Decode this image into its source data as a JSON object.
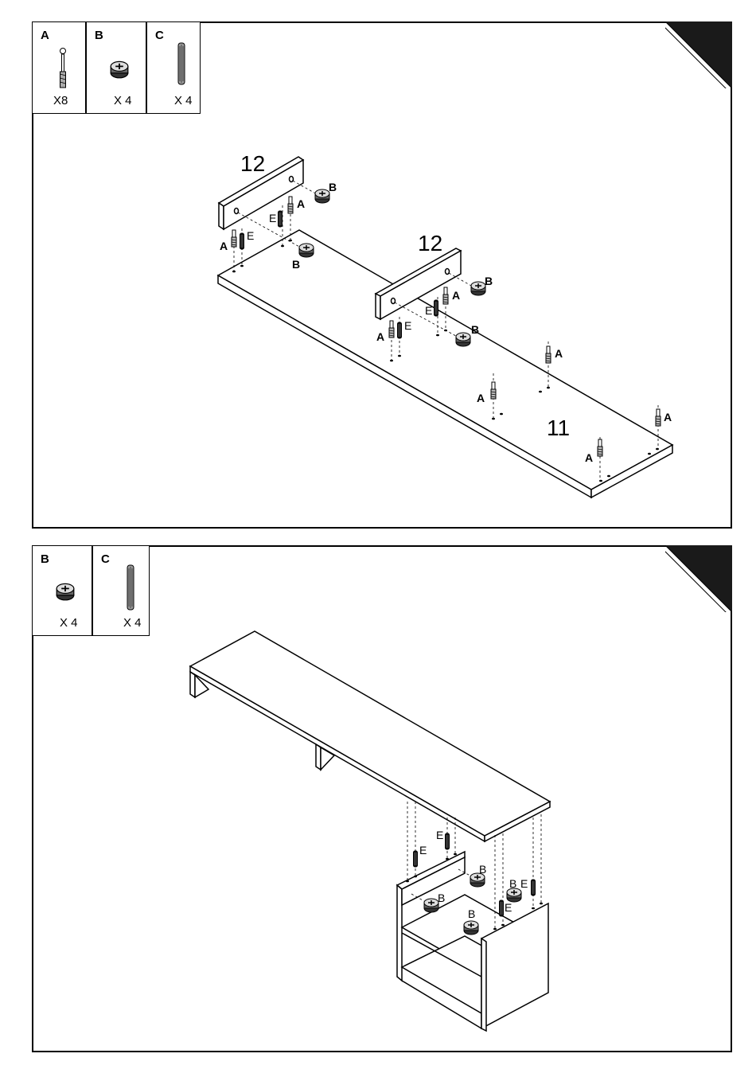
{
  "step1": {
    "parts": [
      {
        "letter": "A",
        "qty": "X8",
        "icon": "cam-bolt-icon"
      },
      {
        "letter": "B",
        "qty": "X 4",
        "icon": "cam-lock-icon"
      },
      {
        "letter": "C",
        "qty": "X 4",
        "icon": "wooden-dowel-icon"
      }
    ],
    "labels": {
      "panel_12": "12",
      "panel_11": "11",
      "a": "A",
      "b": "B",
      "e": "E"
    }
  },
  "step2": {
    "parts": [
      {
        "letter": "B",
        "qty": "X 4",
        "icon": "cam-lock-icon"
      },
      {
        "letter": "C",
        "qty": "X 4",
        "icon": "wooden-dowel-icon"
      }
    ],
    "labels": {
      "b": "B",
      "e": "E"
    }
  }
}
